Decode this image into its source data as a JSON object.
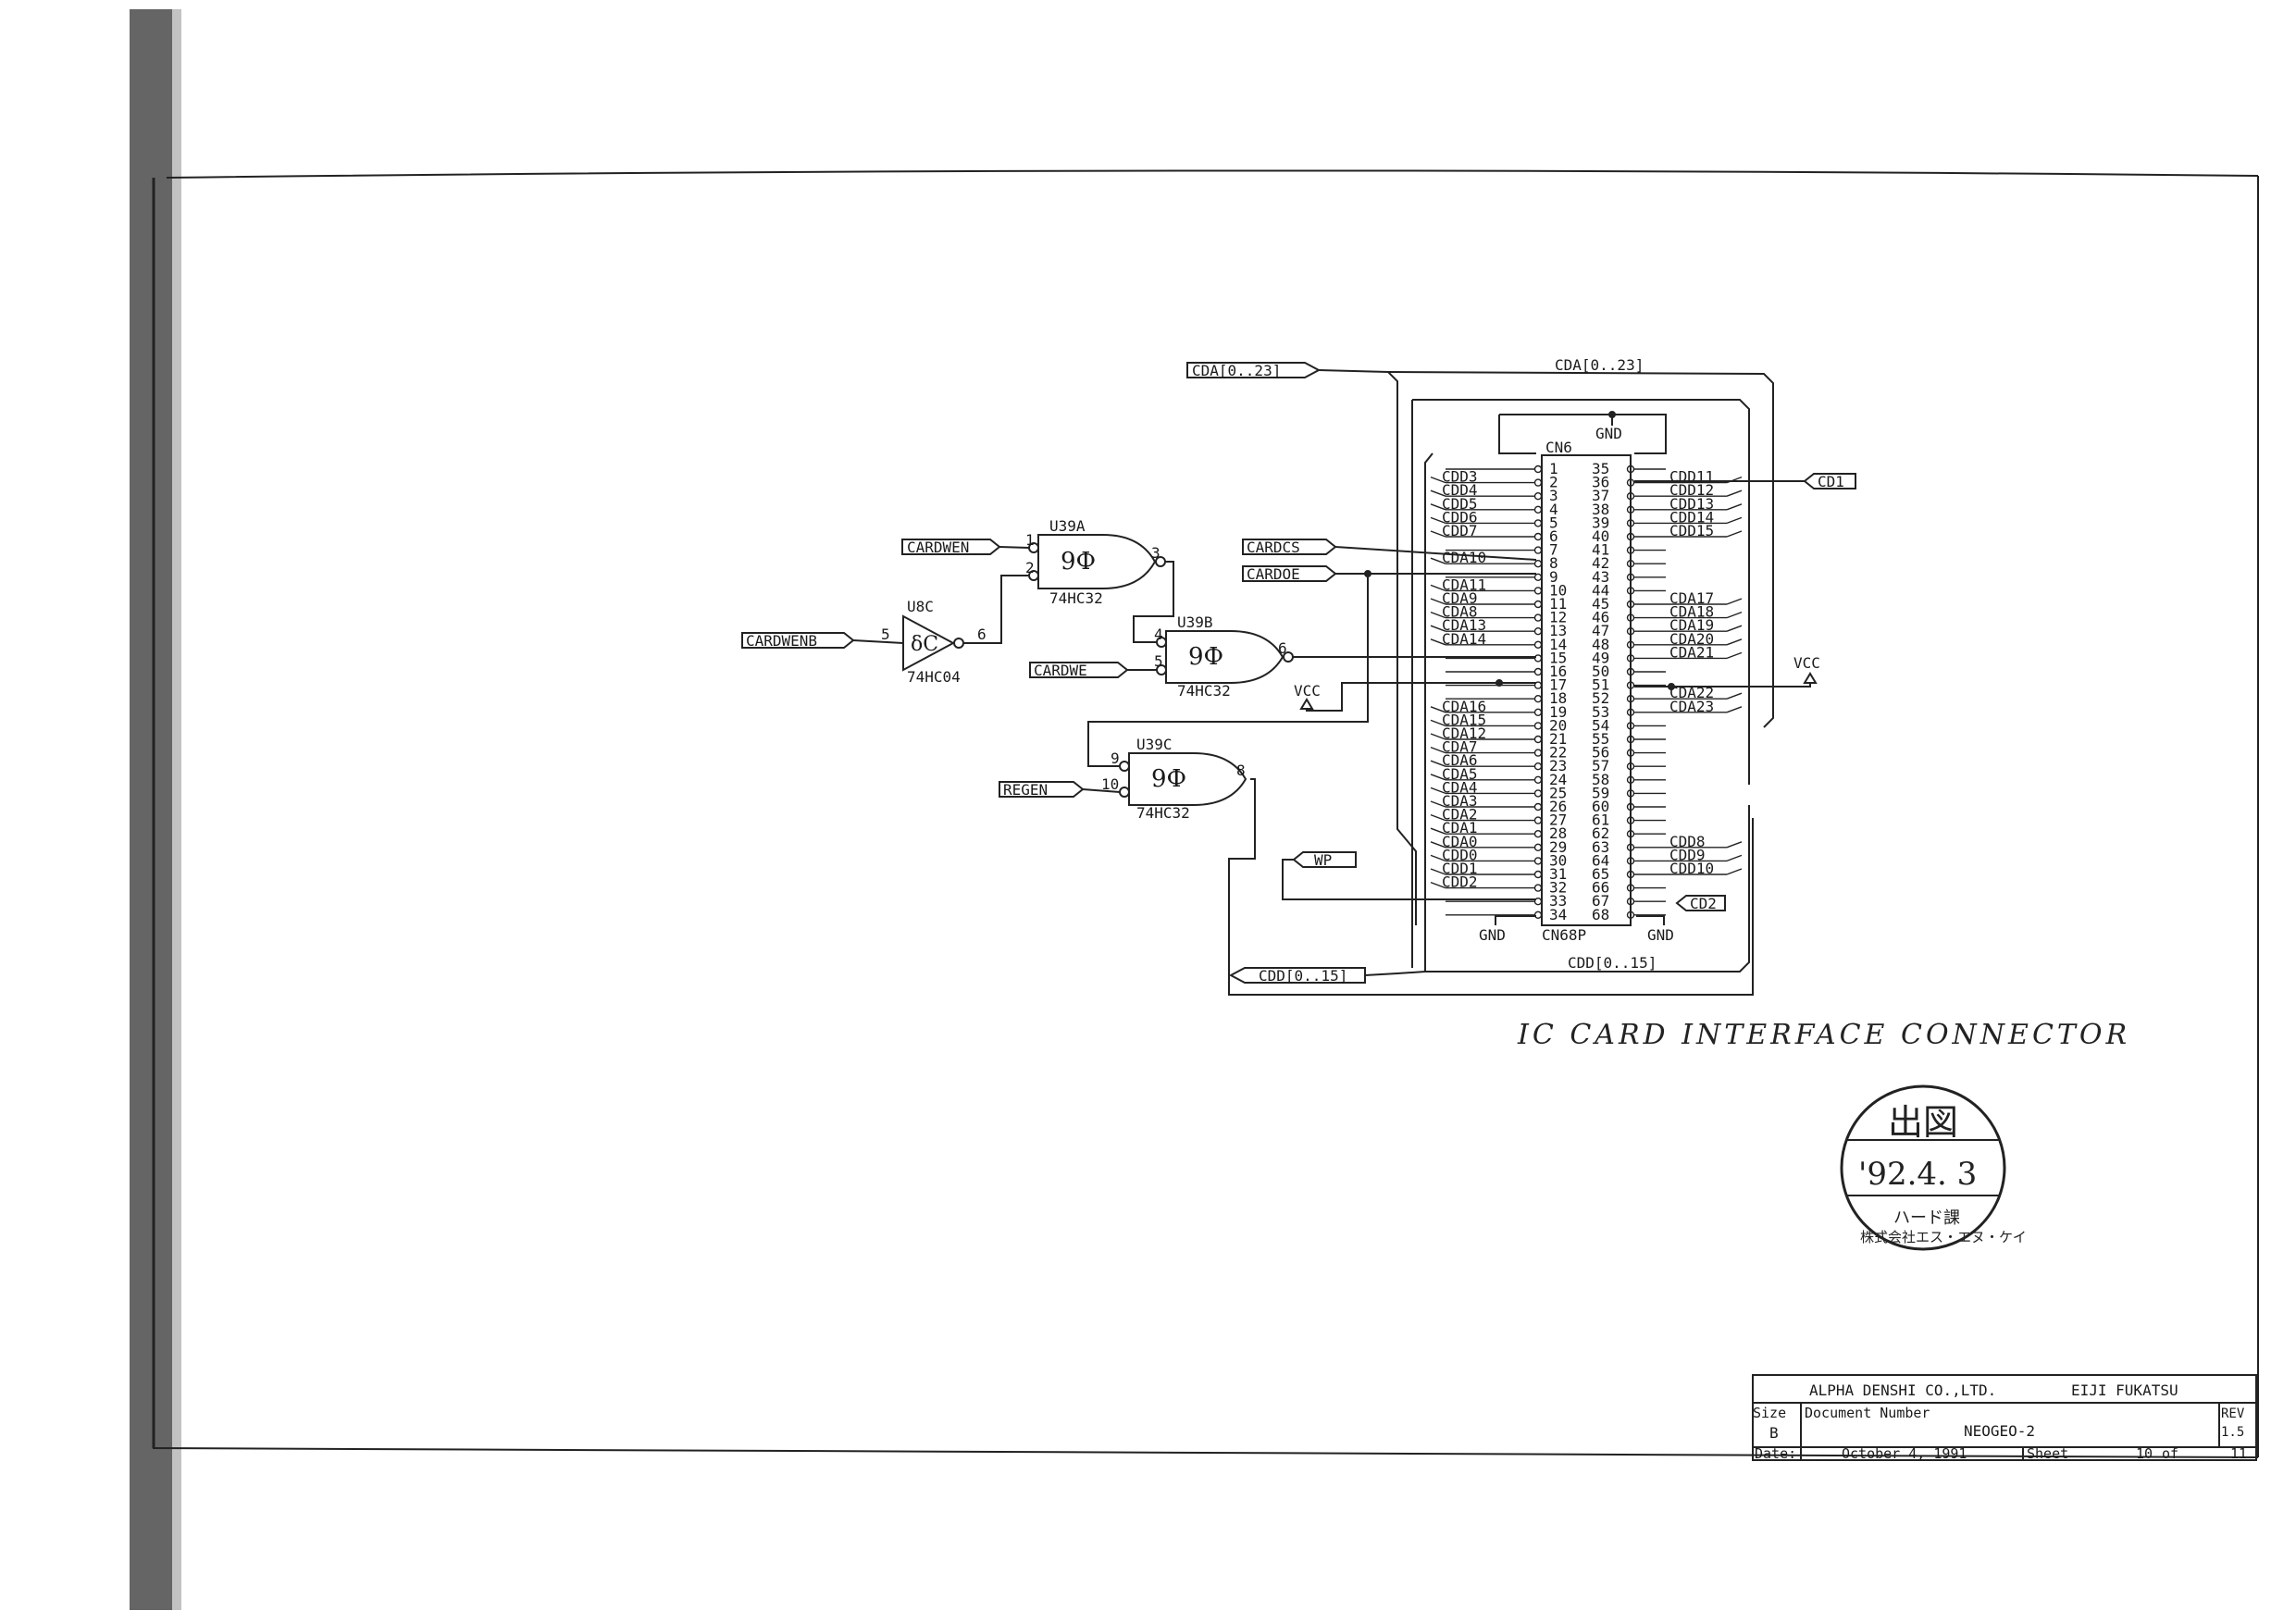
{
  "title": "IC CARD INTERFACE CONNECTOR",
  "gates": {
    "u39a": {
      "ref": "U39A",
      "part": "74HC32",
      "pin_in1": "1",
      "pin_in2": "2",
      "pin_out": "3"
    },
    "u39b": {
      "ref": "U39B",
      "part": "74HC32",
      "pin_in1": "4",
      "pin_in2": "5",
      "pin_out": "6"
    },
    "u39c": {
      "ref": "U39C",
      "part": "74HC32",
      "pin_in1": "9",
      "pin_in2": "10",
      "pin_out": "8"
    },
    "u8c": {
      "ref": "U8C",
      "part": "74HC04",
      "pin_in": "5",
      "pin_out": "6"
    }
  },
  "ports": {
    "cardwen": "CARDWEN",
    "cardwenb": "CARDWENB",
    "cardwe": "CARDWE",
    "regen": "REGEN",
    "cardcs": "CARDCS",
    "cardoe": "CARDOE",
    "cda_bus": "CDA[0..23]",
    "cdd_bus": "CDD[0..15]",
    "cd1": "CD1",
    "cd2": "CD2",
    "wp": "WP"
  },
  "bus_labels": {
    "cda": "CDA[0..23]",
    "cdd": "CDD[0..15]"
  },
  "power": {
    "vcc": "VCC",
    "gnd": "GND"
  },
  "connector": {
    "ref": "CN6",
    "part": "CN68P",
    "left_pins": [
      "1",
      "2",
      "3",
      "4",
      "5",
      "6",
      "7",
      "8",
      "9",
      "10",
      "11",
      "12",
      "13",
      "14",
      "15",
      "16",
      "17",
      "18",
      "19",
      "20",
      "21",
      "22",
      "23",
      "24",
      "25",
      "26",
      "27",
      "28",
      "29",
      "30",
      "31",
      "32",
      "33",
      "34"
    ],
    "right_pins": [
      "35",
      "36",
      "37",
      "38",
      "39",
      "40",
      "41",
      "42",
      "43",
      "44",
      "45",
      "46",
      "47",
      "48",
      "49",
      "50",
      "51",
      "52",
      "53",
      "54",
      "55",
      "56",
      "57",
      "58",
      "59",
      "60",
      "61",
      "62",
      "63",
      "64",
      "65",
      "66",
      "67",
      "68"
    ],
    "left_signals": [
      "",
      "CDD3",
      "CDD4",
      "CDD5",
      "CDD6",
      "CDD7",
      "",
      "CDA10",
      "",
      "CDA11",
      "CDA9",
      "CDA8",
      "CDA13",
      "CDA14",
      "",
      "",
      "",
      "",
      "CDA16",
      "CDA15",
      "CDA12",
      "CDA7",
      "CDA6",
      "CDA5",
      "CDA4",
      "CDA3",
      "CDA2",
      "CDA1",
      "CDA0",
      "CDD0",
      "CDD1",
      "CDD2",
      "",
      ""
    ],
    "right_signals": [
      "",
      "CDD11",
      "CDD12",
      "CDD13",
      "CDD14",
      "CDD15",
      "",
      "",
      "",
      "",
      "CDA17",
      "CDA18",
      "CDA19",
      "CDA20",
      "CDA21",
      "",
      "",
      "CDA22",
      "CDA23",
      "",
      "",
      "",
      "",
      "",
      "",
      "",
      "",
      "",
      "CDD8",
      "CDD9",
      "CDD10",
      "",
      "",
      ""
    ]
  },
  "title_block": {
    "company": "ALPHA DENSHI CO.,LTD.",
    "designer": "EIJI FUKATSU",
    "size_label": "Size",
    "size": "B",
    "docnum_label": "Document Number",
    "docnum": "NEOGEO-2",
    "rev_label": "REV",
    "rev": "1.5",
    "date_label": "Date:",
    "date": "October   4, 1991",
    "sheet_label": "Sheet",
    "sheet": "10",
    "of_label": "of",
    "of": "11"
  },
  "stamp": {
    "line1": "出図",
    "line2": "'92.4. 3",
    "line3": "ハード課",
    "line4": "株式会社エス・エヌ・ケイ"
  }
}
